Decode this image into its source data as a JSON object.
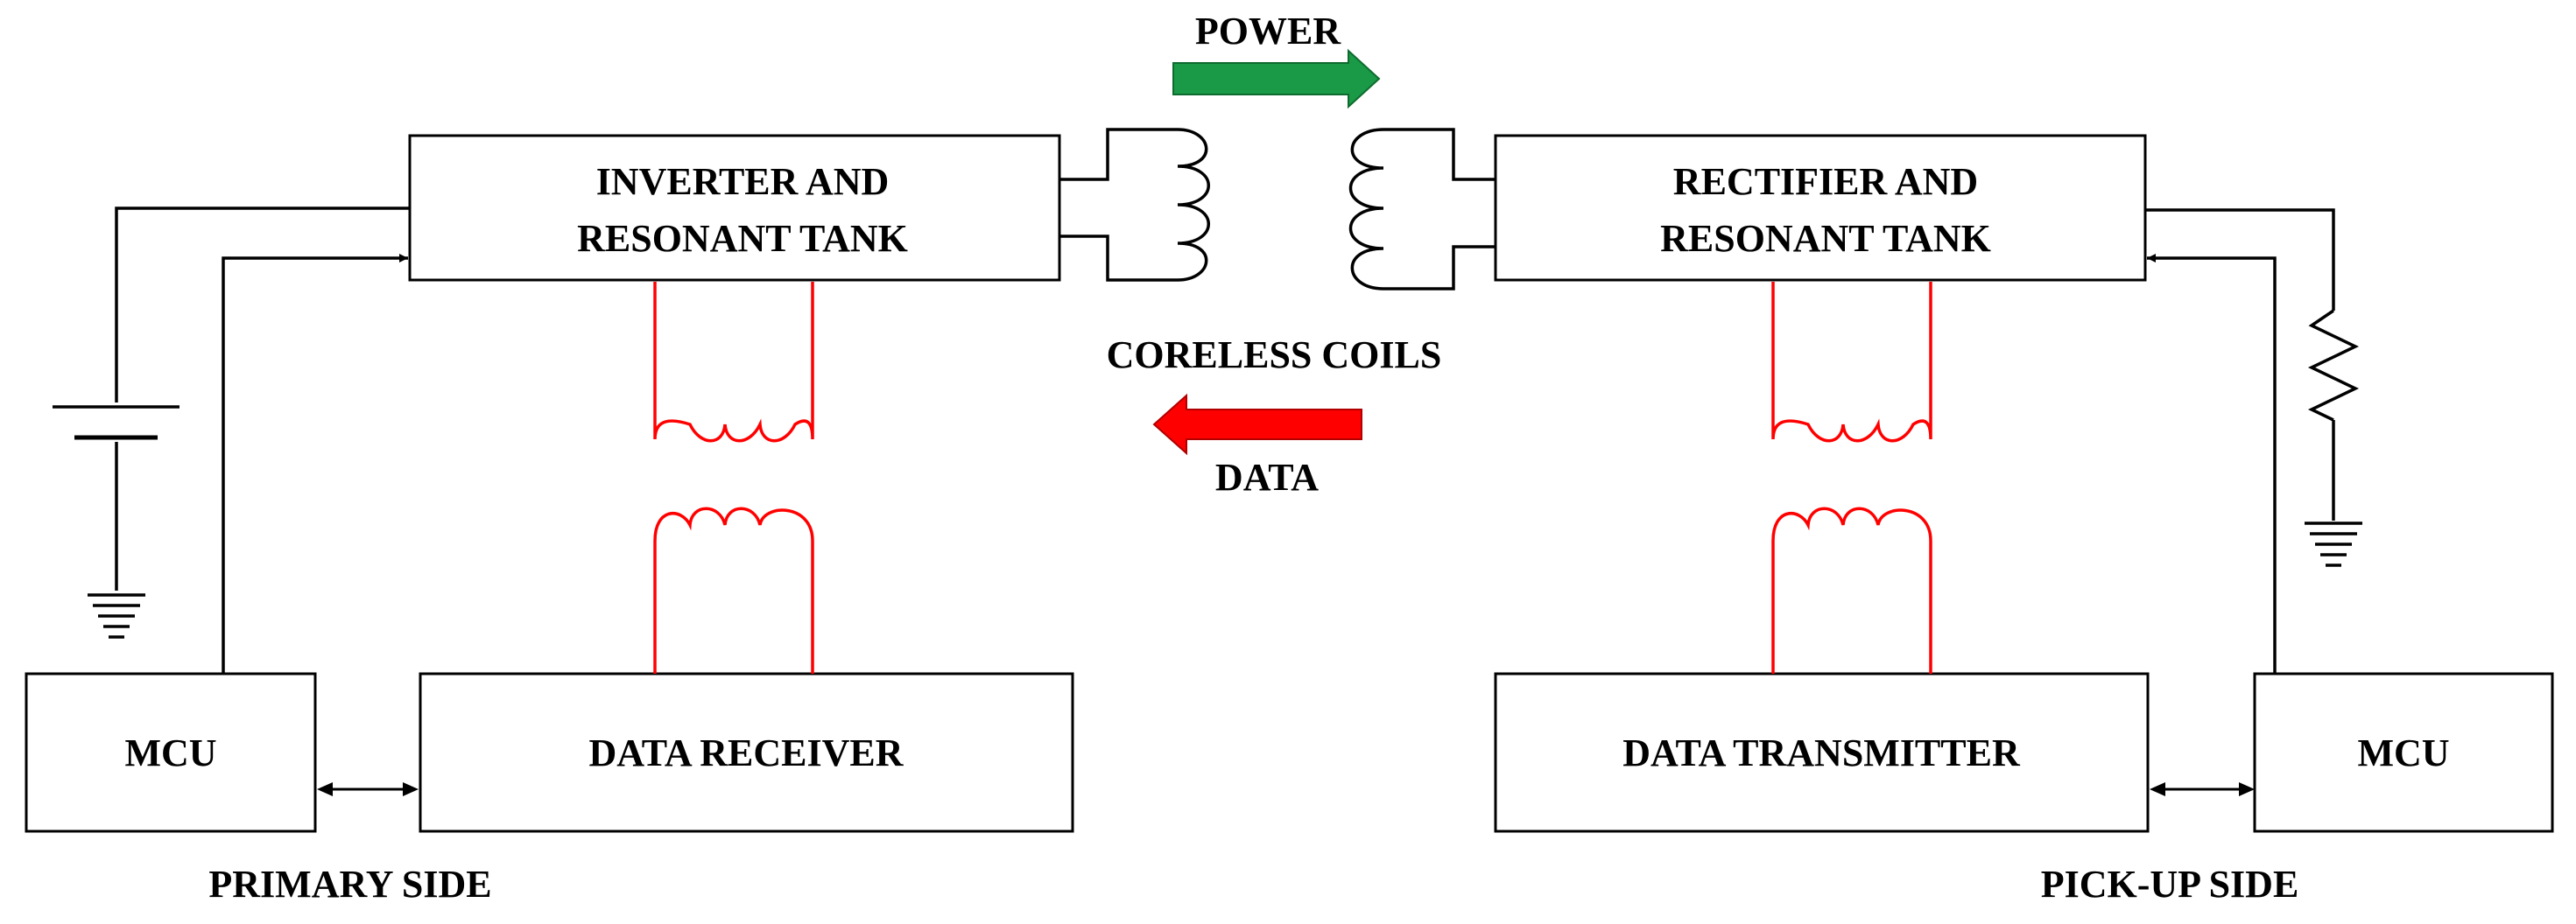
{
  "colors": {
    "power_arrow": "#1a9a46",
    "data_arrow": "#ff0000",
    "data_coil": "#ff0000",
    "lines": "#000000"
  },
  "labels": {
    "power": "POWER",
    "data": "DATA",
    "coreless_coils": "CORELESS COILS",
    "inverter_line1": "INVERTER AND",
    "inverter_line2": "RESONANT TANK",
    "rectifier_line1": "RECTIFIER AND",
    "rectifier_line2": "RESONANT TANK",
    "mcu_left": "MCU",
    "data_receiver": "DATA RECEIVER",
    "data_transmitter": "DATA TRANSMITTER",
    "mcu_right": "MCU",
    "primary_side": "PRIMARY SIDE",
    "pickup_side": "PICK-UP SIDE"
  },
  "icons": [
    "battery-icon",
    "ground-icon",
    "resistor-icon",
    "coil-icon",
    "arrow-icon"
  ]
}
